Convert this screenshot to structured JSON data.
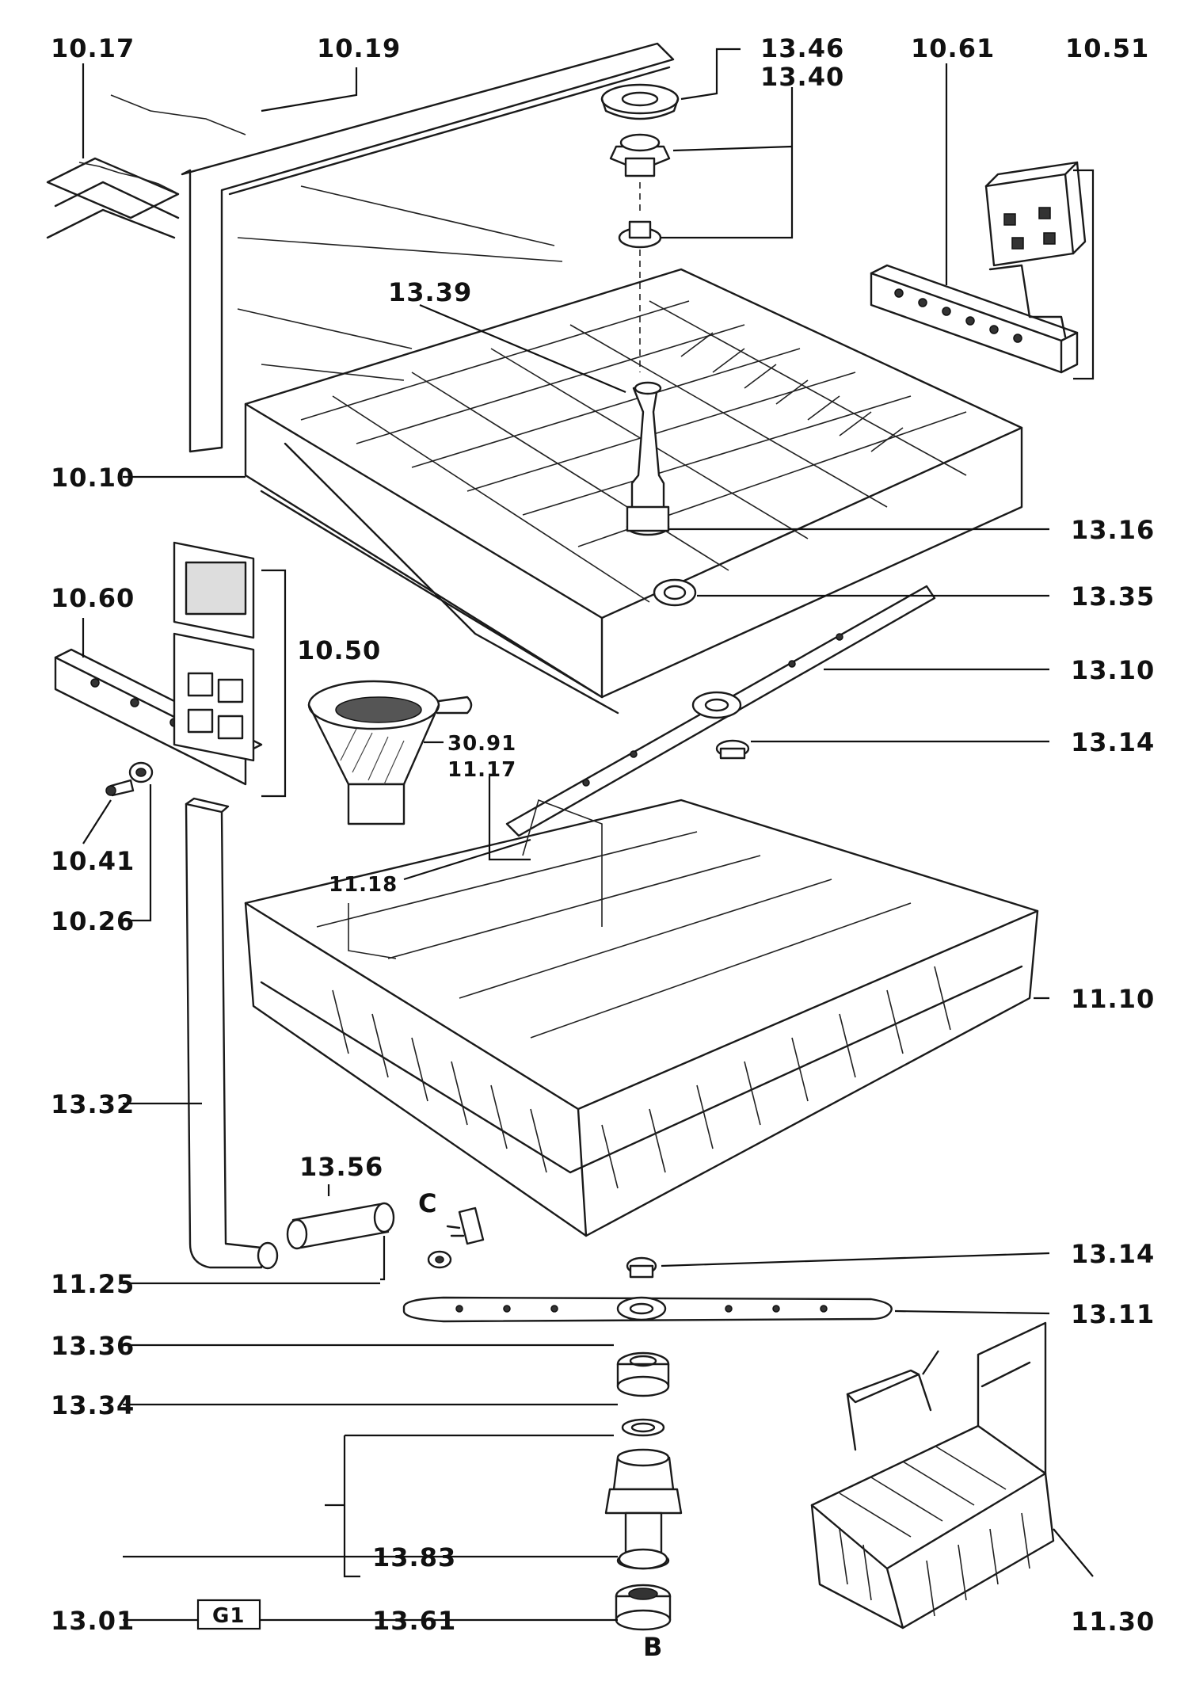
{
  "diagram_title": "",
  "sheet_tag": "G1",
  "letter_markers": {
    "c": "C",
    "b": "B"
  },
  "labels": {
    "l1017": "10.17",
    "l1019": "10.19",
    "l1346": "13.46",
    "l1340": "13.40",
    "l1061": "10.61",
    "l1051": "10.51",
    "l1339": "13.39",
    "l1010": "10.10",
    "l1316": "13.16",
    "l1060": "10.60",
    "l1050": "10.50",
    "l1335": "13.35",
    "l1310": "13.10",
    "l3091": "30.91",
    "l1117": "11.17",
    "l1314a": "13.14",
    "l1041": "10.41",
    "l1118": "11.18",
    "l1026": "10.26",
    "l1110": "11.10",
    "l1332": "13.32",
    "l1356": "13.56",
    "l1125": "11.25",
    "l1314b": "13.14",
    "l1311": "13.11",
    "l1336": "13.36",
    "l1334": "13.34",
    "l1383": "13.83",
    "l1301": "13.01",
    "l1361": "13.61",
    "l1130": "11.30"
  }
}
